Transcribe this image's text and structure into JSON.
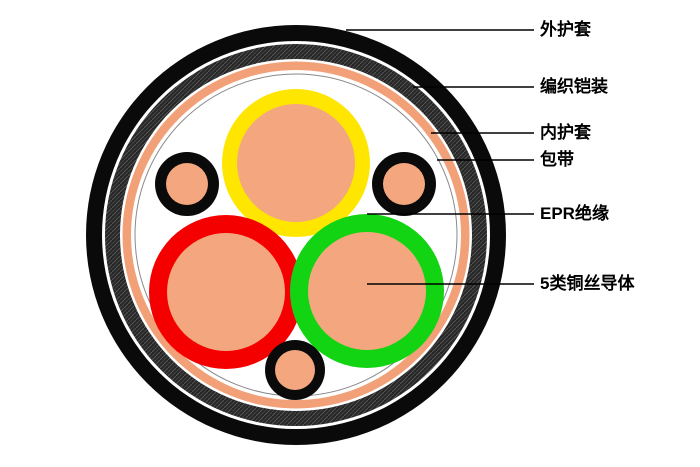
{
  "diagram": {
    "title": "cable-cross-section",
    "labels": [
      {
        "text": "外护套"
      },
      {
        "text": "编织铠装"
      },
      {
        "text": "内护套"
      },
      {
        "text": "包带"
      },
      {
        "text": "EPR绝缘"
      },
      {
        "text": "5类铜丝导体"
      }
    ],
    "colors": {
      "outer_sheath": "#0a0a0a",
      "braid_base": "#262626",
      "braid_texture": "#5a5a5a",
      "inner_sheath": "#f2a078",
      "tape": "#ffffff",
      "tape_line": "#8a8a8a",
      "conductor": "#f4a77f",
      "epr_yellow": "#ffe600",
      "epr_red": "#f50000",
      "epr_green": "#12d412",
      "core_ring_black": "#0a0a0a",
      "leader_line": "#000000",
      "background": "#ffffff"
    }
  }
}
